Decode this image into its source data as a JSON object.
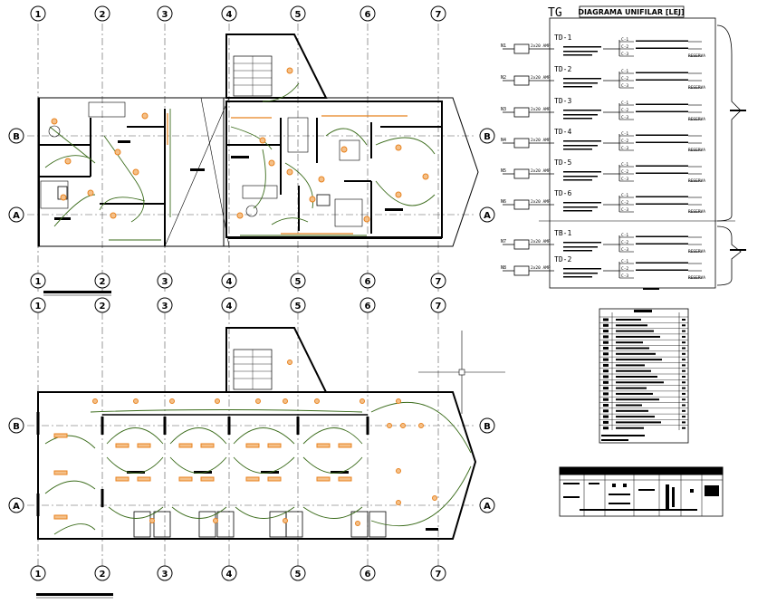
{
  "grid_axes": {
    "columns": [
      "1",
      "2",
      "3",
      "4",
      "5",
      "6",
      "7"
    ],
    "rows": [
      "B",
      "A"
    ]
  },
  "diagram": {
    "tg_label": "TG",
    "title": "DIAGRAMA UNIFILAR [LEJ]",
    "feeders": [
      {
        "cable": "N1",
        "board": "TD-1",
        "breaker": "2x20 AMP"
      },
      {
        "cable": "N2",
        "board": "TD-2",
        "breaker": "2x20 AMP"
      },
      {
        "cable": "N3",
        "board": "TD-3",
        "breaker": "2x20 AMP"
      },
      {
        "cable": "N4",
        "board": "TD-4",
        "breaker": "2x20 AMP"
      },
      {
        "cable": "N5",
        "board": "TD-5",
        "breaker": "2x20 AMP"
      },
      {
        "cable": "N6",
        "board": "TD-6",
        "breaker": "2x20 AMP"
      },
      {
        "cable": "N7",
        "board": "TB-1",
        "breaker": "2x20 AMP"
      },
      {
        "cable": "N8",
        "board": "TD-2",
        "breaker": "2x20 AMP"
      }
    ],
    "circuits": [
      "C-1",
      "C-2",
      "C-3"
    ],
    "reserve_label": "RESERVA"
  },
  "colors": {
    "line": "#000000",
    "circuit": "#3a6b1a",
    "fixture": "#e8821e",
    "fixture_fill": "#f4c089"
  }
}
